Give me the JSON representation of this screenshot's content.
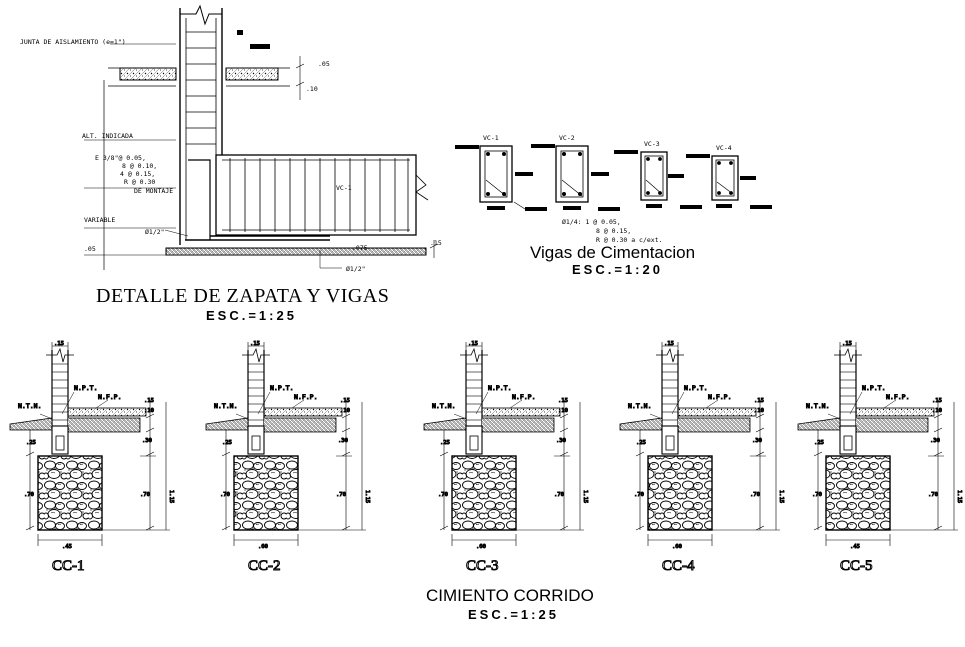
{
  "footing_detail": {
    "title": "DETALLE DE ZAPATA  Y VIGAS",
    "scale": "ESC.=1:25",
    "junta_label": "JUNTA DE AISLAMIENTO (e=1\")",
    "alt_label": "ALT. INDICADA",
    "stirrups": [
      "E 3/8\"@ 0.05,",
      "8 @ 0.10,",
      "4 @ 0.15,",
      "R @ 0.30"
    ],
    "montaje_label": "DE MONTAJE",
    "variable_label": "VARIABLE",
    "beam_label": "VC-1",
    "rebar_a": "Ø1/2\"",
    "rebar_b": "Ø1/2\"",
    "dims": {
      "d05_top": ".05",
      "d10": ".10",
      "d05_bottom": ".05",
      "d075": ".075",
      "d15": ".15"
    }
  },
  "beams": {
    "title": "Vigas de Cimentacion",
    "scale": "ESC.=1:20",
    "sections": [
      "VC-1",
      "VC-2",
      "VC-3",
      "VC-4"
    ],
    "stirrup_note": [
      "Ø1/4: 1 @ 0.05,",
      "8 @ 0.15,",
      "R @ 0.30 a c/ext."
    ]
  },
  "strip_footings": {
    "title": "CIMIENTO CORRIDO",
    "scale": "ESC.=1:25",
    "labels": {
      "ntn": "N.T.N.",
      "npt": "N.P.T.",
      "nfp": "N.F.P.",
      "top_width": ".15",
      "d15": ".15",
      "d10": ".10",
      "d25": ".25",
      "d30": ".30",
      "d70": ".70",
      "d116": "1.15"
    },
    "sections": [
      {
        "name": "CC-1",
        "base_width": ".45"
      },
      {
        "name": "CC-2",
        "base_width": ".60"
      },
      {
        "name": "CC-3",
        "base_width": ".60"
      },
      {
        "name": "CC-4",
        "base_width": ".60"
      },
      {
        "name": "CC-5",
        "base_width": ".45"
      }
    ]
  }
}
